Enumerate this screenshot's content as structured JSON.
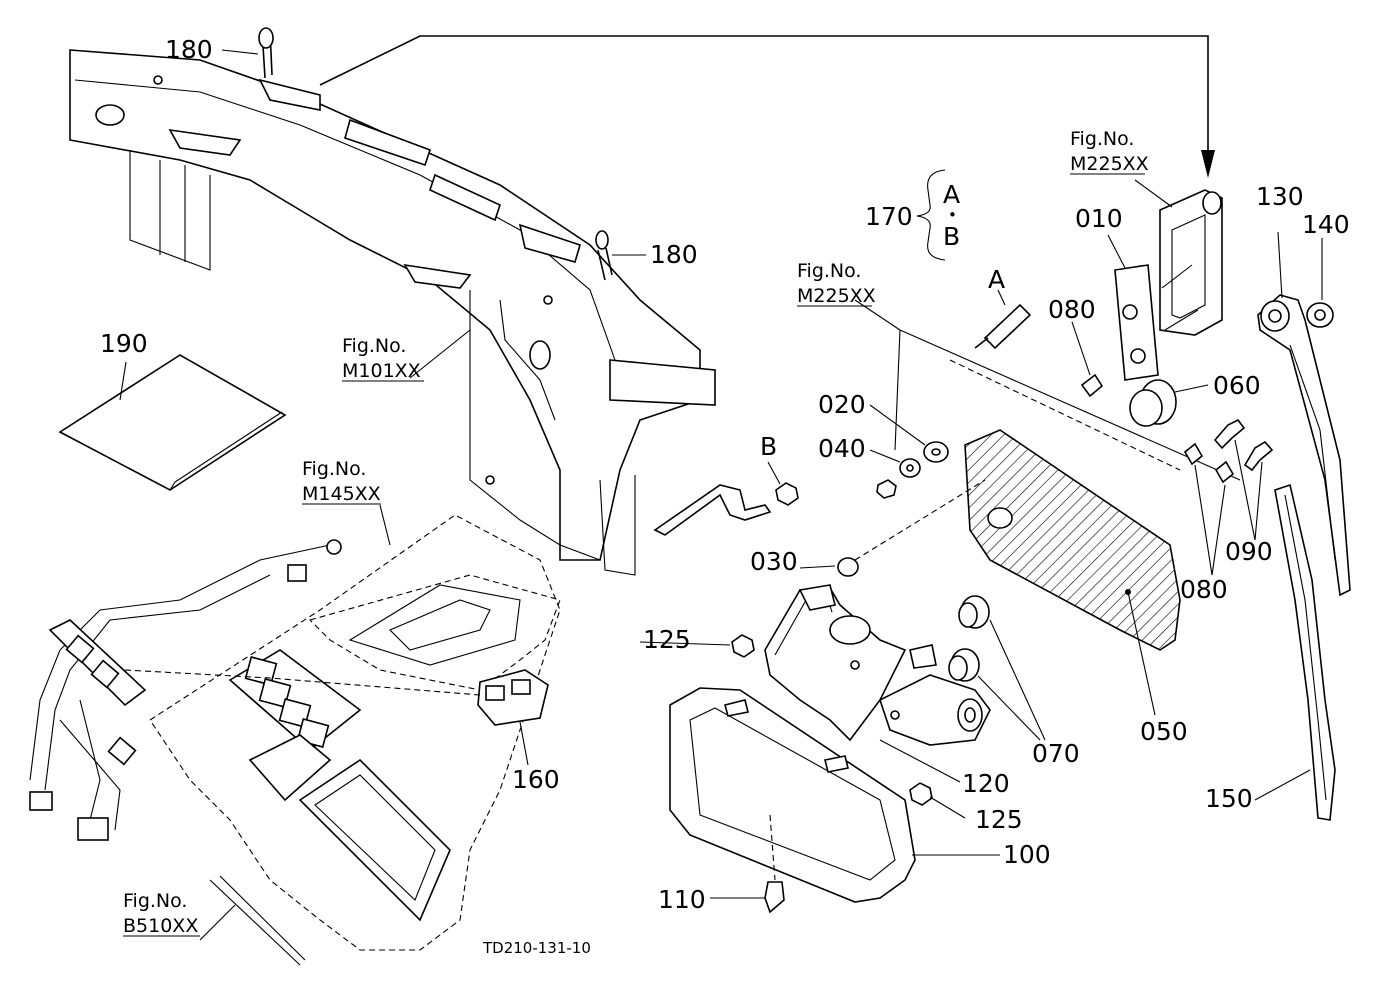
{
  "labels": {
    "p180a": "180",
    "p180b": "180",
    "p190": "190",
    "p170": "170",
    "sel_a": "A",
    "sel_dot": "•",
    "sel_b": "B",
    "p010": "010",
    "p130": "130",
    "p140": "140",
    "arrow_a": "A",
    "p080a": "080",
    "p060": "060",
    "p020": "020",
    "p040": "040",
    "arrow_b": "B",
    "p030": "030",
    "p125a": "125",
    "p080b": "080",
    "p090": "090",
    "p050": "050",
    "p070": "070",
    "p120": "120",
    "p125b": "125",
    "p100": "100",
    "p150": "150",
    "p160": "160",
    "p110": "110"
  },
  "fig_refs": {
    "m225_right_title": "Fig.No.",
    "m225_right_code": "M225XX",
    "m225_mid_title": "Fig.No.",
    "m225_mid_code": "M225XX",
    "m101_title": "Fig.No.",
    "m101_code": "M101XX",
    "m145_title": "Fig.No.",
    "m145_code": "M145XX",
    "b510_title": "Fig.No.",
    "b510_code": "B510XX"
  },
  "drawing_code": "TD210-131-10"
}
